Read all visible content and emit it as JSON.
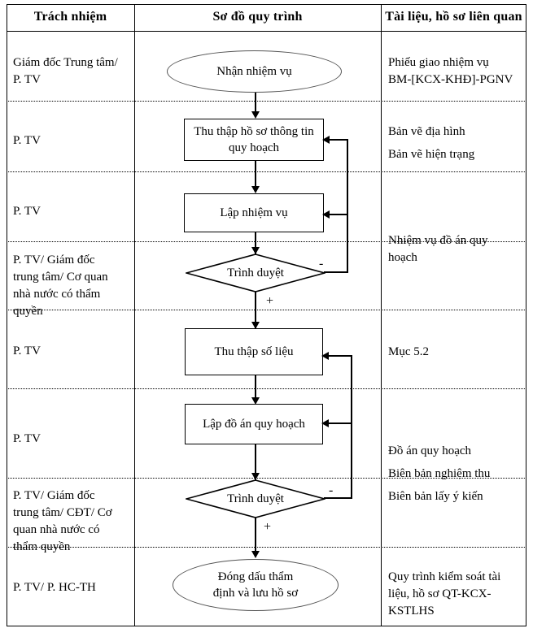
{
  "table": {
    "headers": [
      {
        "label": "Trách nhiệm"
      },
      {
        "label": "Sơ đồ quy trình"
      },
      {
        "label": "Tài liệu, hồ sơ liên quan"
      }
    ],
    "responsibility": [
      {
        "line1": "Giám đốc Trung tâm/",
        "line2": "P. TV"
      },
      {
        "line1": "P. TV"
      },
      {
        "line1": "P. TV"
      },
      {
        "line1": "P. TV/ Giám đốc",
        "line2": "trung tâm/ Cơ quan",
        "line3": "nhà nước có thẩm",
        "line4": "quyền"
      },
      {
        "line1": "P. TV"
      },
      {
        "line1": "P. TV"
      },
      {
        "line1": "P. TV/ Giám đốc",
        "line2": "trung tâm/ CĐT/ Cơ",
        "line3": "quan nhà nước có",
        "line4": "thẩm quyền"
      },
      {
        "line1": "P. TV/ P. HC-TH"
      }
    ],
    "documents": [
      {
        "line1": "Phiếu giao nhiệm vụ",
        "line2": "BM-[KCX-KHĐ]-PGNV"
      },
      {
        "line1": "Bản vẽ địa hình",
        "line2": "Bản vẽ hiện trạng"
      },
      {
        "line1": "Nhiệm vụ đồ án quy",
        "line2": "hoạch"
      },
      {
        "line1": "Mục 5.2"
      },
      {
        "line1": "Đồ án quy hoạch",
        "line2": "Biên bản nghiệm thu",
        "line3": "Biên bản lấy ý kiến"
      },
      {
        "line1": "Quy trình kiểm soát tài",
        "line2": "liệu, hồ sơ QT-KCX-",
        "line3": "KSTLHS"
      }
    ]
  },
  "flowchart": {
    "type": "flowchart",
    "nodes": [
      {
        "id": "start",
        "shape": "ellipse",
        "text_line1": "Nhận nhiệm vụ"
      },
      {
        "id": "collect1",
        "shape": "process",
        "text_line1": "Thu thập hồ sơ thông tin",
        "text_line2": "quy hoạch"
      },
      {
        "id": "task",
        "shape": "process",
        "text_line1": "Lập nhiệm vụ"
      },
      {
        "id": "approve1",
        "shape": "decision",
        "text_line1": "Trình duyệt"
      },
      {
        "id": "collect2",
        "shape": "process",
        "text_line1": "Thu thập số liệu"
      },
      {
        "id": "plan",
        "shape": "process",
        "text_line1": "Lập đồ án quy hoạch"
      },
      {
        "id": "approve2",
        "shape": "decision",
        "text_line1": "Trình duyệt"
      },
      {
        "id": "end",
        "shape": "ellipse",
        "text_line1": "Đóng dấu thẩm",
        "text_line2": "định và lưu hồ sơ"
      }
    ],
    "edge_labels": {
      "approve1_no": "-",
      "approve1_yes": "+",
      "approve2_no": "-",
      "approve2_yes": "+"
    }
  },
  "colors": {
    "ink": "#000000",
    "paper": "#ffffff",
    "ellipse_stroke": "#555555"
  }
}
